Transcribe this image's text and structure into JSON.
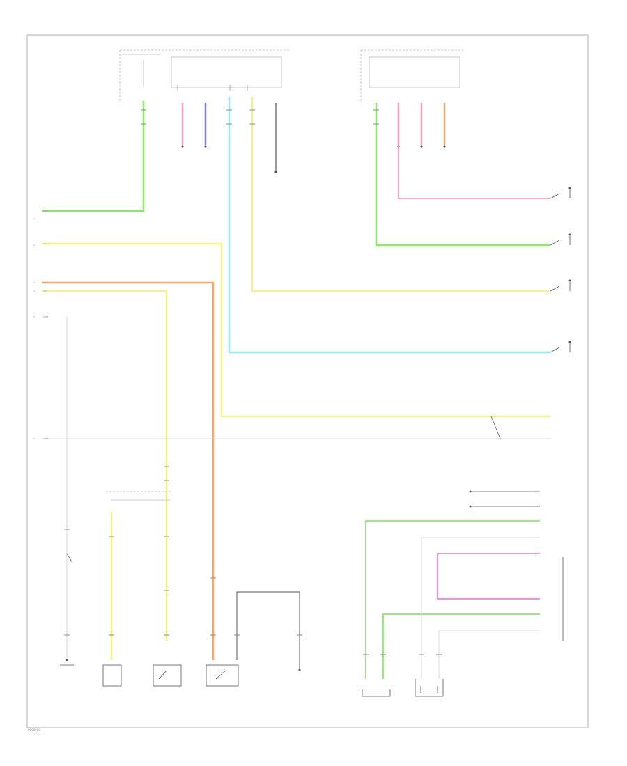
{
  "colors": {
    "green": "#8ce86a",
    "yellow": "#f5f28c",
    "orange": "#f5a86a",
    "cyan": "#8eeef5",
    "pink": "#f5a0b8",
    "blue": "#7a7af0",
    "magenta": "#f07af0",
    "black": "#555555",
    "gray": "#cfcfcf",
    "frame": "#bdbdbd"
  },
  "wire_codes": {
    "left_green": "GRN",
    "left_yellow": "YEL",
    "left_orange": "ORN",
    "left_yellow2": "YEL",
    "left_white": "WHT",
    "left_white2": "WHT"
  },
  "pin_numbers": {
    "left_1": "1",
    "left_2": "2",
    "left_3": "3",
    "left_4": "4",
    "left_5": "5",
    "left_6": "6"
  },
  "footer": {
    "code": "0000000"
  }
}
